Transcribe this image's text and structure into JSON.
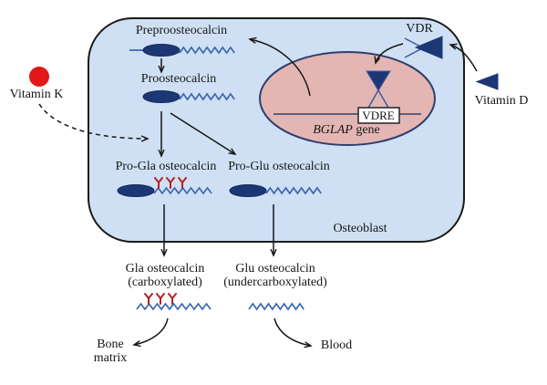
{
  "figure": {
    "cell": {
      "label": "Osteoblast"
    },
    "nucleus": {
      "gene_italic": "BGLAP",
      "gene_word": "gene",
      "vdre": "VDRE"
    },
    "receptor": {
      "vdr": "VDR"
    },
    "ligands": {
      "vitamin_k": "Vitamin K",
      "vitamin_d": "Vitamin D"
    },
    "proteins": {
      "prepro": "Preproosteocalcin",
      "pro": "Proosteocalcin",
      "pro_gla": "Pro-Gla osteocalcin",
      "pro_glu": "Pro-Glu osteocalcin",
      "gla": "Gla osteocalcin",
      "gla_sub": "(carboxylated)",
      "glu": "Glu osteocalcin",
      "glu_sub": "(undercarboxylated)"
    },
    "destinations": {
      "bone_1": "Bone",
      "bone_2": "matrix",
      "blood": "Blood"
    },
    "colors": {
      "cell_fill": "#cfe0f4",
      "cell_border": "#1a1a1a",
      "nucleus_fill": "#e4b6b3",
      "nucleus_border": "#2f3e6e",
      "protein_navy": "#1c3775",
      "chain_blue": "#3b69ae",
      "vitamin_k_red": "#e21717",
      "gla_red": "#b42222",
      "arrow_black": "#161616"
    }
  }
}
